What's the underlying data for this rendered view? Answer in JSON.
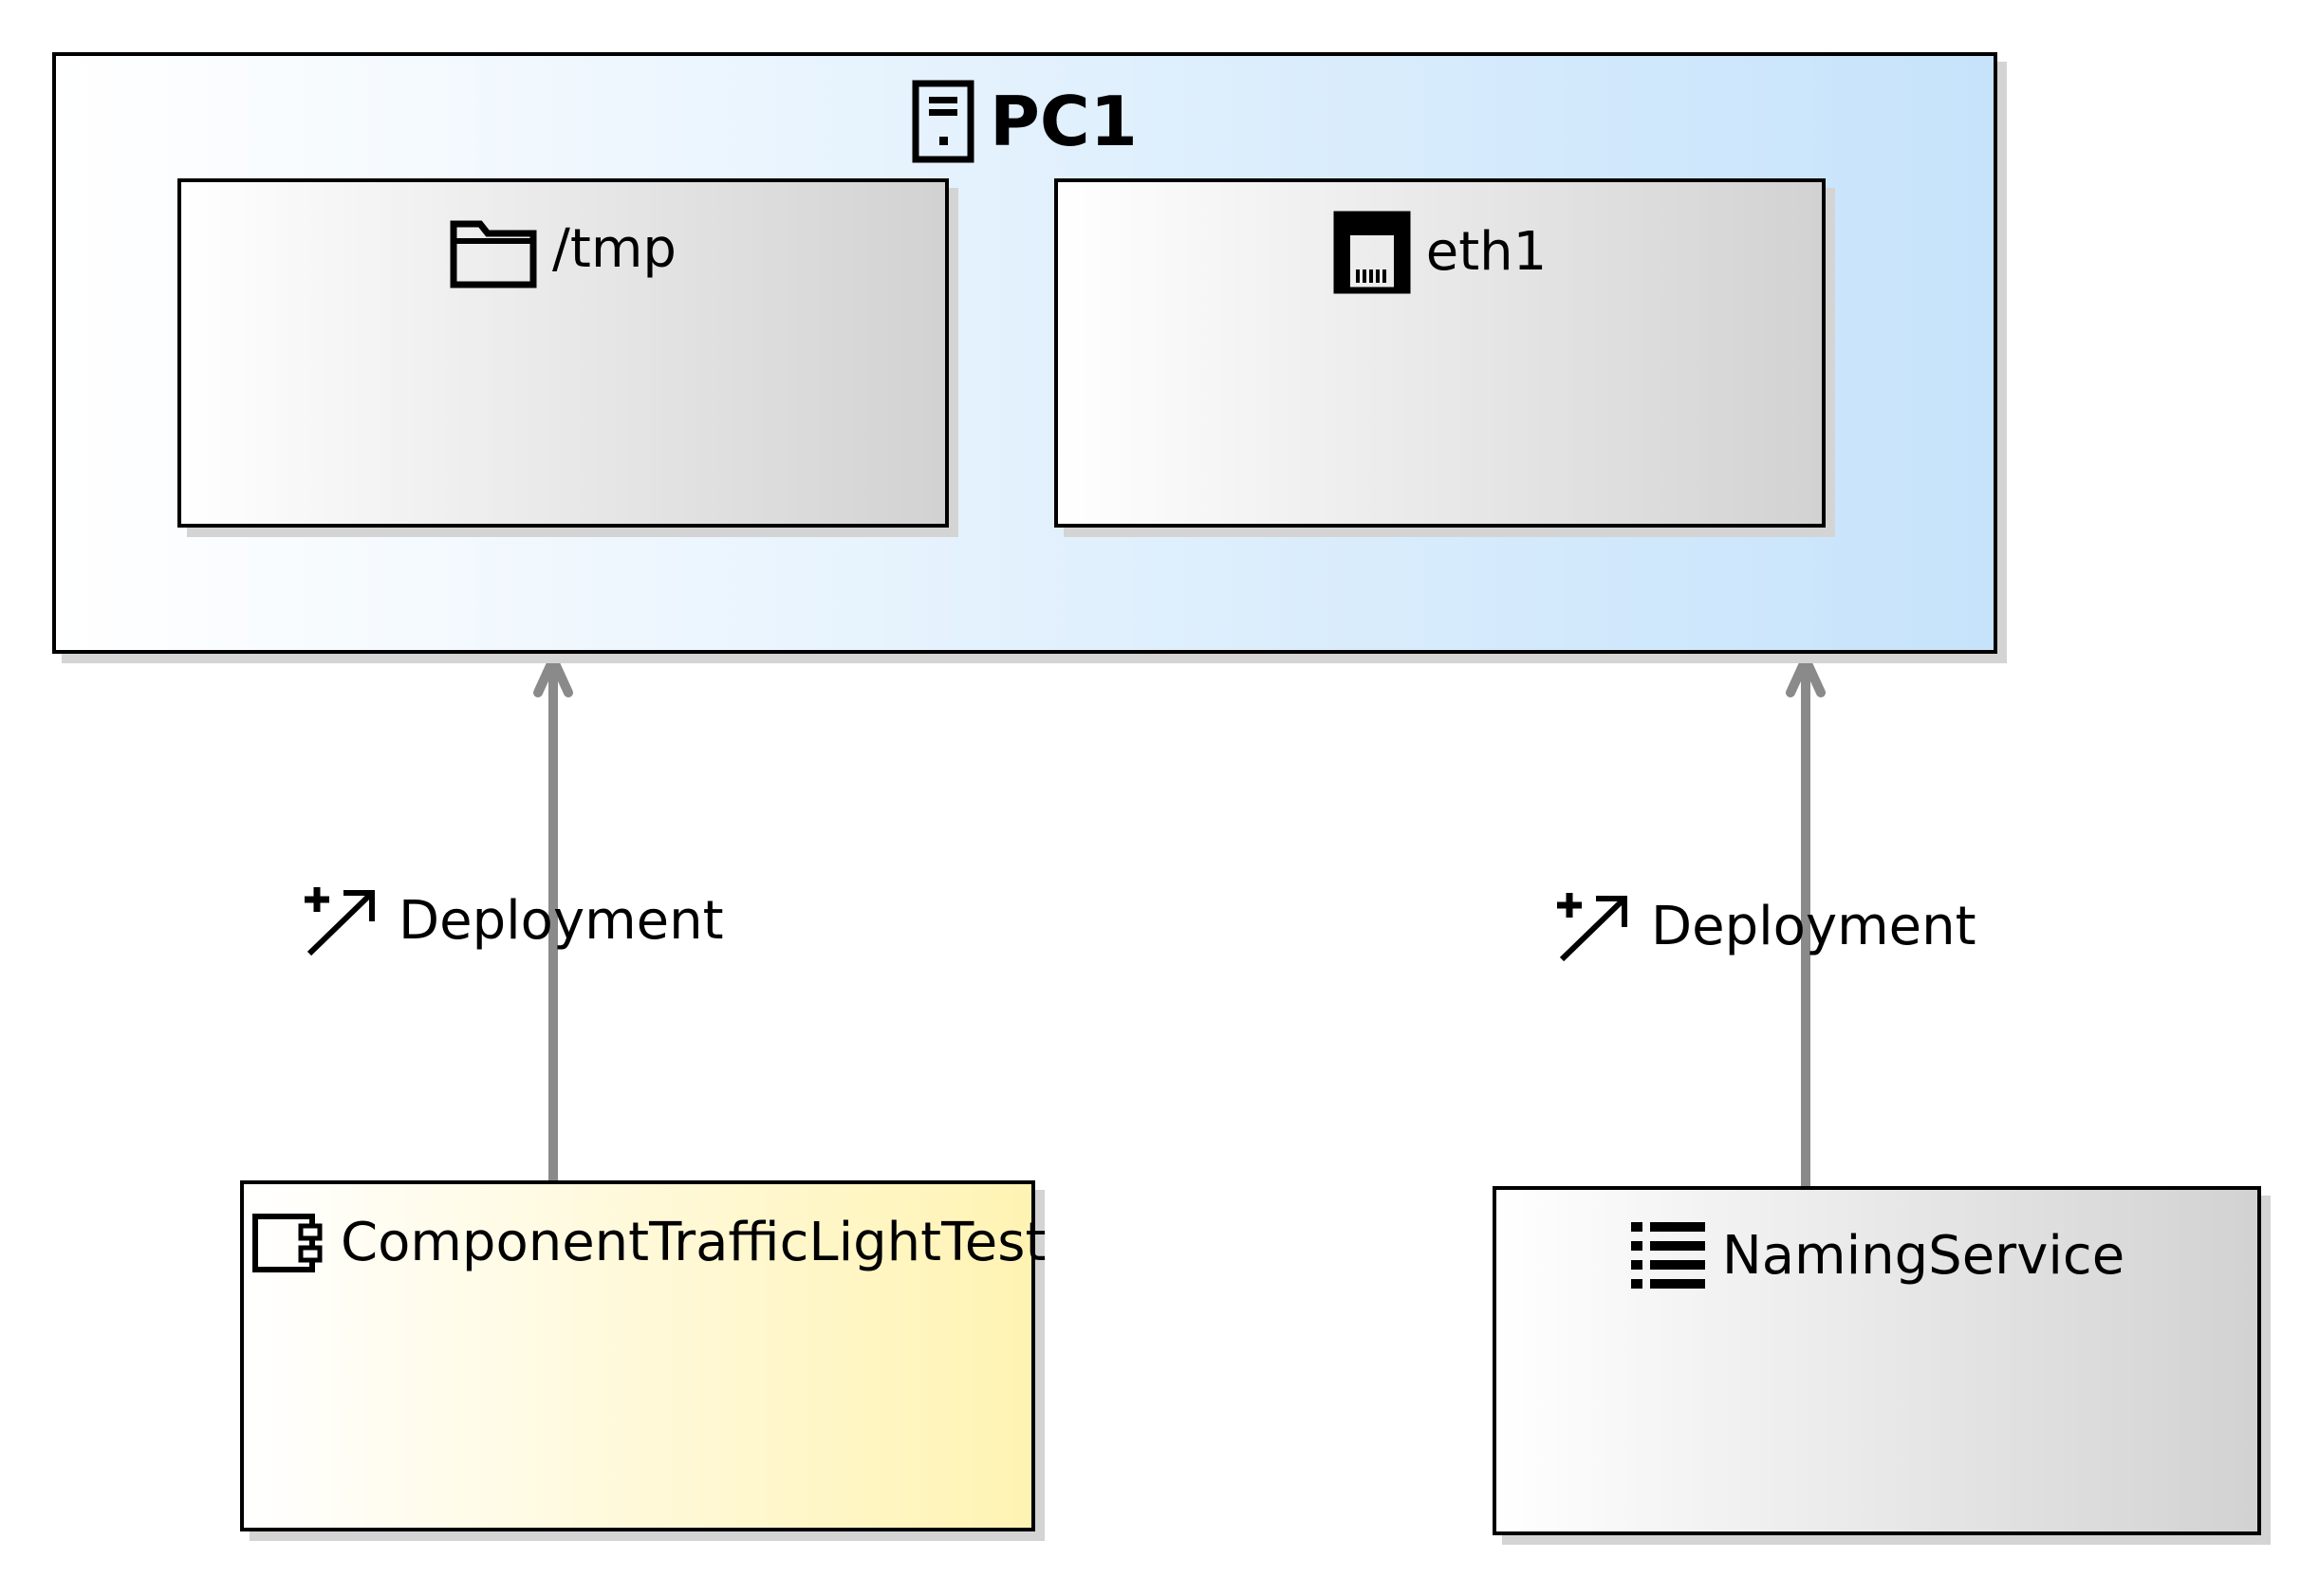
{
  "diagram": {
    "node": {
      "label": "PC1",
      "icon": "server-icon"
    },
    "artifacts": [
      {
        "label": "/tmp",
        "icon": "folder-icon"
      },
      {
        "label": "eth1",
        "icon": "network-port-icon"
      }
    ],
    "deployed": [
      {
        "label": "ComponentTrafficLightTest",
        "icon": "component-icon"
      },
      {
        "label": "NamingService",
        "icon": "list-icon"
      }
    ],
    "edges": [
      {
        "label": "Deployment",
        "icon": "deployment-icon",
        "from": "ComponentTrafficLightTest",
        "to": "PC1"
      },
      {
        "label": "Deployment",
        "icon": "deployment-icon",
        "from": "NamingService",
        "to": "PC1"
      }
    ],
    "colors": {
      "node_fill": "#c6e3fb",
      "artifact_fill": "#d2d2d2",
      "component_fill": "#fff3b3",
      "edge_color": "#8a8a8a"
    }
  }
}
